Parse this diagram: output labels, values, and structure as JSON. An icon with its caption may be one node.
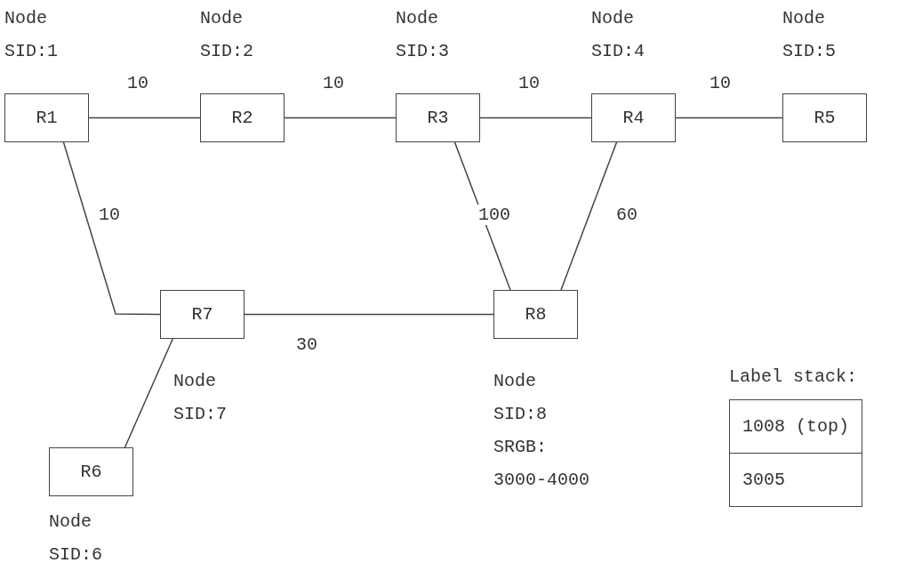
{
  "diagram": {
    "nodes": [
      {
        "text": [
          "R1"
        ],
        "beside": [
          "Node SID:1"
        ]
      },
      {
        "text": [
          "R2"
        ],
        "beside": [
          "Node SID:2"
        ]
      },
      {
        "text": [
          "R3"
        ],
        "beside": [
          "Node SID:3"
        ]
      },
      {
        "text": [
          "R4"
        ],
        "beside": [
          "Node SID:4"
        ]
      },
      {
        "text": [
          "R5"
        ],
        "beside": [
          "Node SID:5"
        ]
      },
      {
        "text": [
          "R7"
        ],
        "beside": [
          "Node SID:7"
        ]
      },
      {
        "text": [
          "R8"
        ],
        "beside": [
          "Node SID:8",
          "SRGB: 3000-4000"
        ]
      },
      {
        "text": [
          "R6"
        ],
        "beside": [
          "Node SID:6"
        ]
      },
      {
        "text": [
          "Label stack:",
          "1008 (top)",
          "3005"
        ]
      }
    ],
    "edges": [
      {
        "from": 0,
        "to": 1,
        "arrow": "none",
        "label": "10"
      },
      {
        "from": 1,
        "to": 2,
        "arrow": "none",
        "label": "10"
      },
      {
        "from": 2,
        "to": 3,
        "arrow": "none",
        "label": "10"
      },
      {
        "from": 3,
        "to": 4,
        "arrow": "none",
        "label": "10"
      },
      {
        "from": 0,
        "to": 5,
        "arrow": "none",
        "label": "10"
      },
      {
        "from": 2,
        "to": 6,
        "arrow": "none",
        "label": "100"
      },
      {
        "from": 3,
        "to": 6,
        "arrow": "none",
        "label": "60"
      },
      {
        "from": 5,
        "to": 6,
        "arrow": "none",
        "label": "30"
      },
      {
        "from": 5,
        "to": 7,
        "arrow": "none"
      }
    ]
  }
}
